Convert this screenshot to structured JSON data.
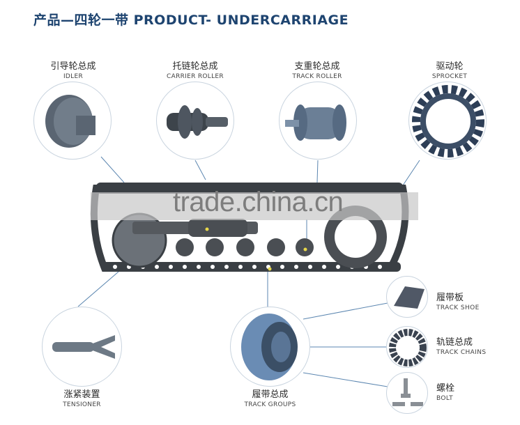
{
  "title": "产品—四轮一带 PRODUCT- UNDERCARRIAGE",
  "watermark": "trade.china.cn",
  "top_parts": [
    {
      "cn": "引导轮总成",
      "en": "IDLER",
      "icon": "idler-wheel-icon"
    },
    {
      "cn": "托链轮总成",
      "en": "CARRIER ROLLER",
      "icon": "carrier-roller-icon"
    },
    {
      "cn": "支重轮总成",
      "en": "TRACK ROLLER",
      "icon": "track-roller-icon"
    },
    {
      "cn": "驱动轮",
      "en": "SPROCKET",
      "icon": "sprocket-icon"
    }
  ],
  "bottom_parts": [
    {
      "cn": "涨紧装置",
      "en": "TENSIONER",
      "icon": "tensioner-icon"
    },
    {
      "cn": "履带总成",
      "en": "TRACK GROUPS",
      "icon": "track-group-icon"
    }
  ],
  "right_parts": [
    {
      "cn": "履带板",
      "en": "TRACK  SHOE",
      "icon": "track-shoe-icon"
    },
    {
      "cn": "轨链总成",
      "en": "TRACK CHAINS",
      "icon": "track-chain-icon"
    },
    {
      "cn": "螺栓",
      "en": "BOLT",
      "icon": "bolt-icon"
    }
  ],
  "colors": {
    "title": "#1e4470",
    "line": "#5b86b0",
    "part": "#4e5965"
  }
}
